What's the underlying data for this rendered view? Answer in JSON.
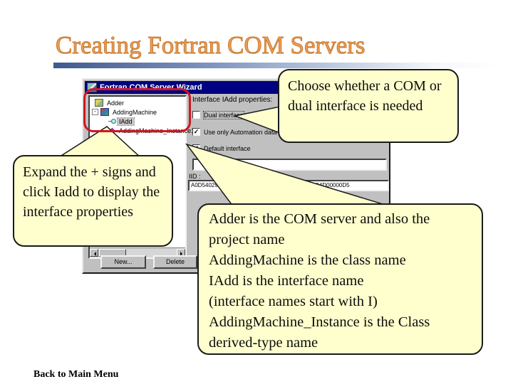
{
  "slide": {
    "title": "Creating Fortran COM Servers",
    "back_link": "Back to Main Menu"
  },
  "dialog": {
    "title": "Fortran COM Server Wizard",
    "tree": [
      {
        "label": "Adder"
      },
      {
        "label": "AddingMachine",
        "expander": "-"
      },
      {
        "label": "IAdd",
        "selected": true
      },
      {
        "label": "AddingMachine_Instance1"
      }
    ],
    "properties_label": "Interface IAdd properties:",
    "checkboxes": [
      {
        "label": "Dual interface",
        "checked": false,
        "mark": ""
      },
      {
        "label": "Use only Automation data types",
        "checked": true,
        "mark": "✓"
      },
      {
        "label": "Default interface",
        "checked": true,
        "mark": "✓"
      }
    ],
    "name_field_value": "",
    "iid_label": "IID :",
    "iid_left": "A0D54029",
    "iid_right": "ADC4D00000D5",
    "new_button": "New...",
    "delete_button": "Delete"
  },
  "callouts": {
    "choice": "Choose whether a COM or dual interface is needed",
    "expand": "Expand the + signs and click Iadd to display the interface properties",
    "naming": [
      "Adder is the COM server and also the project name",
      "AddingMachine is the class name",
      "IAdd is the interface name",
      "(interface names start with I)",
      "AddingMachine_Instance is the Class derived-type name"
    ]
  },
  "colors": {
    "callout_bg": "#FFFFCE",
    "callout_border": "#1A1A1A",
    "titlebar_blue": "#000080",
    "dialog_face": "#C0C0C0",
    "highlight_red": "#CF1622",
    "title_orange": "#EF9C55"
  }
}
